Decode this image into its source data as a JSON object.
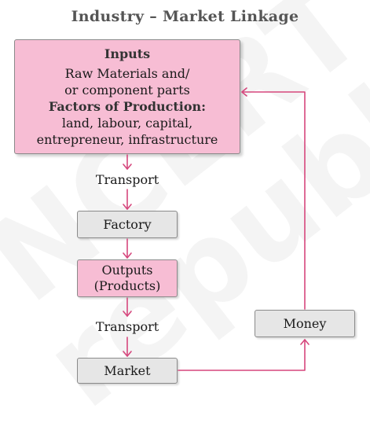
{
  "title": "Industry – Market Linkage",
  "watermark": {
    "line1": "NCERT",
    "line2": "republished"
  },
  "inputs": {
    "heading": "Inputs",
    "line1": "Raw Materials and/",
    "line2": "or component parts",
    "factors_heading": "Factors of Production:",
    "line3": "land, labour, capital,",
    "line4": "entrepreneur, infrastructure"
  },
  "transport_1": "Transport",
  "factory": "Factory",
  "outputs": {
    "line1": "Outputs",
    "line2": "(Products)"
  },
  "transport_2": "Transport",
  "market": "Market",
  "money": "Money",
  "colors": {
    "arrow": "#d6477d",
    "pink_fill": "#f7bdd4",
    "gray_fill": "#e6e6e6",
    "title": "#555555"
  }
}
